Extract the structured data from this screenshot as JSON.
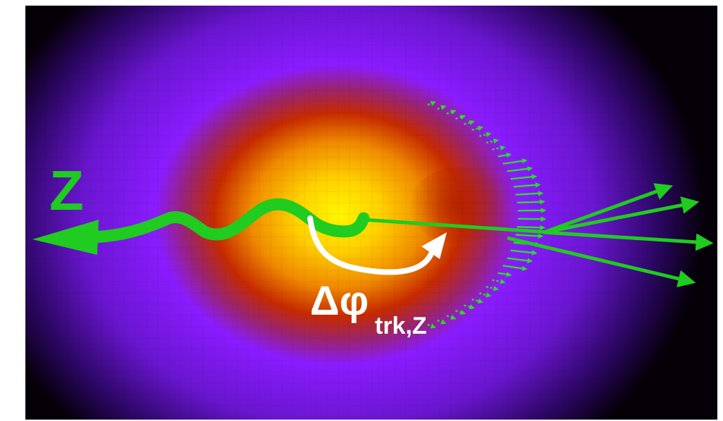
{
  "labels": {
    "boson": "Z",
    "delta_phi_symbol": "Δφ",
    "delta_phi_subscript": "trk,Z"
  },
  "colors": {
    "page_background": "#ffffff",
    "frame_background": "#000000",
    "halo_purple": "#8a1cff",
    "medium_red": "#c62a00",
    "core_yellow": "#fff200",
    "z_boson_and_tracks_green": "#1fcc1f",
    "angle_arrow_white": "#ffffff",
    "label_white": "#ffffff"
  }
}
